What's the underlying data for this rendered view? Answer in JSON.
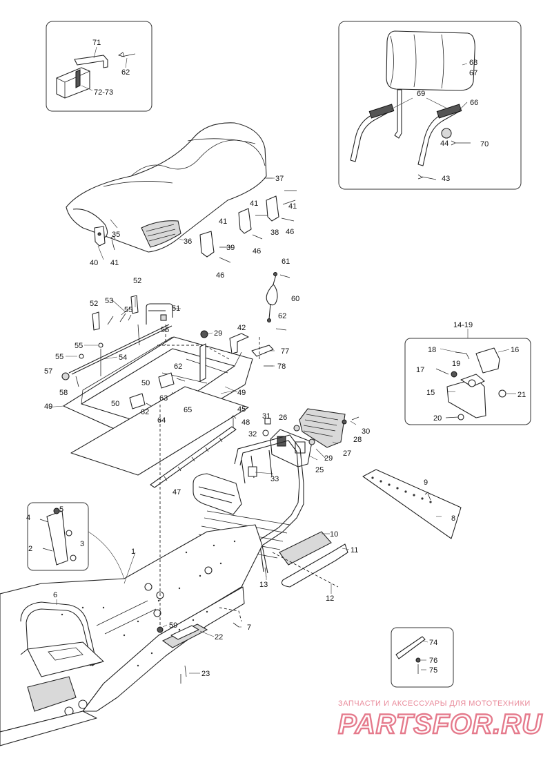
{
  "callouts": {
    "c1": "1",
    "c2": "2",
    "c3": "3",
    "c4": "4",
    "c5": "5",
    "c6": "6",
    "c7": "7",
    "c8": "8",
    "c9": "9",
    "c10": "10",
    "c11": "11",
    "c12": "12",
    "c13": "13",
    "c14_19": "14-19",
    "c15": "15",
    "c16": "16",
    "c17": "17",
    "c18": "18",
    "c19": "19",
    "c20": "20",
    "c21": "21",
    "c22": "22",
    "c23": "23",
    "c25": "25",
    "c26": "26",
    "c27": "27",
    "c28": "28",
    "c29": "29",
    "c30": "30",
    "c31": "31",
    "c32": "32",
    "c33": "33",
    "c35": "35",
    "c36": "36",
    "c37": "37",
    "c38": "38",
    "c39": "39",
    "c40": "40",
    "c41": "41",
    "c42": "42",
    "c43": "43",
    "c44": "44",
    "c45": "45",
    "c46": "46",
    "c47": "47",
    "c48": "48",
    "c49": "49",
    "c50": "50",
    "c51": "51",
    "c52": "52",
    "c53": "53",
    "c54": "54",
    "c55": "55",
    "c56": "56",
    "c57": "57",
    "c58": "58",
    "c59": "59",
    "c60": "60",
    "c61": "61",
    "c62": "62",
    "c63": "63",
    "c64": "64",
    "c65": "65",
    "c66": "66",
    "c67": "67",
    "c68": "68",
    "c69": "69",
    "c70": "70",
    "c71": "71",
    "c72_73": "72-73",
    "c74": "74",
    "c75": "75",
    "c76": "76",
    "c77": "77",
    "c78": "78"
  },
  "watermark": {
    "tagline": "ЗАПЧАСТИ И АКСЕССУАРЫ ДЛЯ МОТОТЕХНИКИ",
    "brand": "PARTSFOR.RU",
    "colors": {
      "tagline": "#e98a9a",
      "brand": "#e57a8c"
    }
  },
  "colors": {
    "line": "#222222",
    "background": "#ffffff"
  }
}
